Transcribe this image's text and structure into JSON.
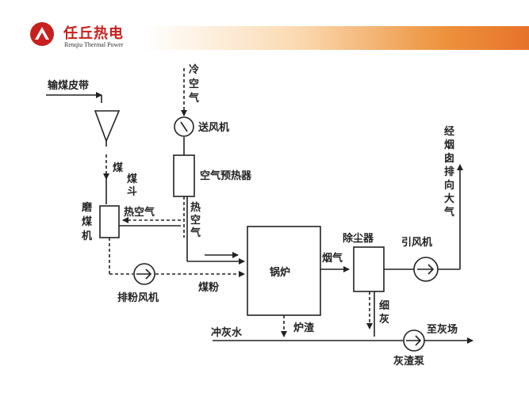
{
  "header": {
    "brand_cn": "任丘热电",
    "brand_en": "Renqiu Thermal Power",
    "accent_color": "#c8201e",
    "banner_color": "#e7722a"
  },
  "diagram": {
    "labels": {
      "coal_belt": "输煤皮带",
      "coal_hopper": "煤斗",
      "coal": "煤",
      "mill": "磨煤机",
      "hot_air_left": "热空气",
      "cold_air": "冷空气",
      "blower": "送风机",
      "air_preheater": "空气预热器",
      "hot_air_right": "热空气",
      "pulverized_coal": "煤粉",
      "boiler": "锅炉",
      "flue_gas": "烟气",
      "dust_collector": "除尘器",
      "induced_fan": "引风机",
      "to_chimney": "经烟囱排向大气",
      "fine_ash": "细灰",
      "ash_flush_water": "冲灰水",
      "furnace_slag": "炉渣",
      "to_ash_yard": "至灰场",
      "slag_pump": "灰渣泵",
      "exhaust_fan": "排粉风机"
    }
  }
}
